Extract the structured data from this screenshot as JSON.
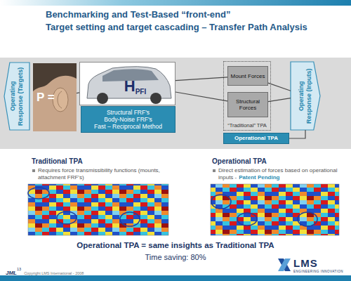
{
  "diagram": {
    "title": "Benchmarking and Test-Based “front-end”",
    "nodes": [
      {
        "text": [
          "Operating Response (Targets)"
        ]
      },
      {
        "text": [
          "P ="
        ]
      },
      {
        "text": [
          "H",
          "PFI"
        ]
      },
      {
        "text": [
          "Structural FRF's",
          "Body-Noise FRF's",
          "Fast – Reciprocal Method"
        ]
      },
      {
        "text": [
          "“Traditional” TPA"
        ]
      },
      {
        "text": [
          "Mount Forces"
        ],
        "in": 4
      },
      {
        "text": [
          "Structural Forces"
        ],
        "in": 4
      },
      {
        "text": [
          "Operating Response (Inputs)"
        ]
      },
      {
        "text": [
          "Operational TPA"
        ]
      }
    ],
    "edges": [
      {
        "from": 1,
        "to": 2,
        "arrow": "none"
      },
      {
        "from": 2,
        "to": 5,
        "arrow": "none"
      },
      {
        "from": 2,
        "to": 6,
        "arrow": "none"
      },
      {
        "from": 5,
        "to": 7,
        "arrow": "none"
      },
      {
        "from": 6,
        "to": 7,
        "arrow": "none"
      },
      {
        "from": 8,
        "to": 7,
        "arrow": "none"
      }
    ],
    "labels": [
      "Target setting and target cascading – Transfer Path Analysis",
      "Traditional TPA",
      "Requires force transmissibility functions (mounts, attachment FRF's)",
      "Operational TPA",
      "Direct estimation of forces based on operational inputs -",
      "Patent Pending",
      "Operational TPA = same insights as Traditional TPA",
      "Time saving: 80%",
      "JML",
      "13",
      "Copyright LMS International - 2008",
      "LMS",
      "ENGINEERING INNOVATION"
    ]
  }
}
